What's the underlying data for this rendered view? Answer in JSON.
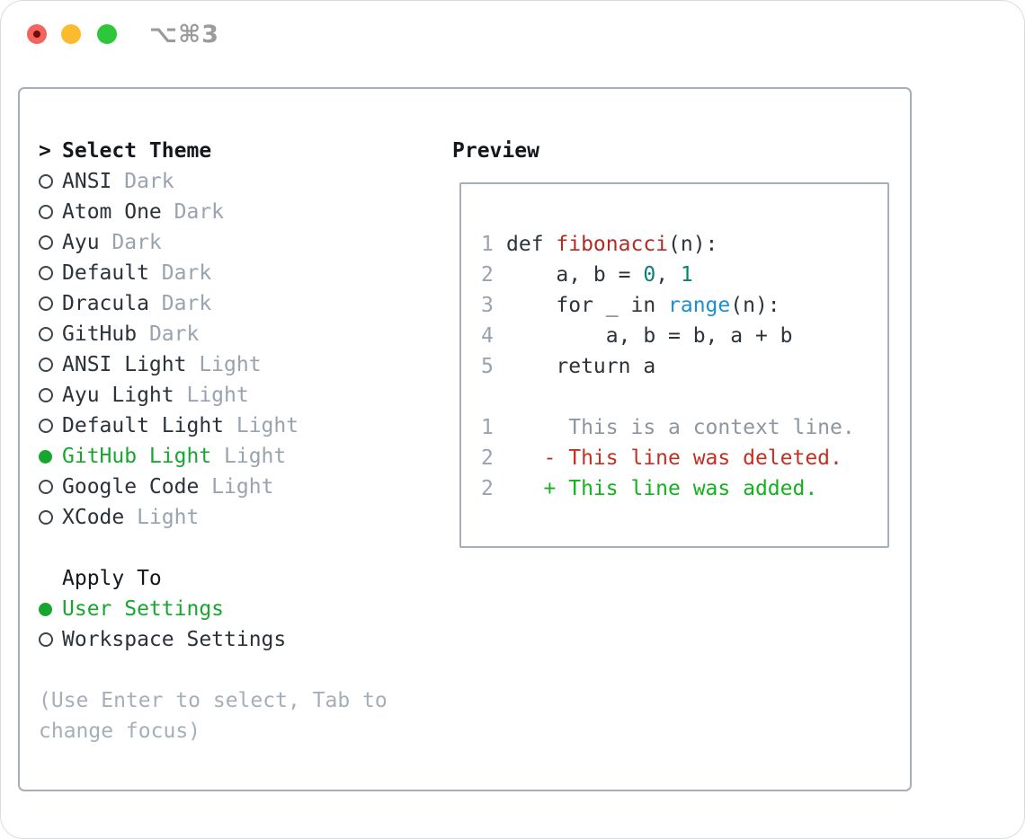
{
  "window": {
    "shortcut": "⌥⌘3",
    "traffic_lights": [
      "close",
      "minimize",
      "zoom"
    ],
    "traffic_colors": {
      "red": "#f4635c",
      "red_dot": "#6e0f0b",
      "yellow": "#fcbb2d",
      "green": "#2ec73c"
    }
  },
  "theme_picker": {
    "prompt": ">",
    "title": "Select Theme",
    "items": [
      {
        "name": "ANSI",
        "variant": "Dark",
        "selected": false
      },
      {
        "name": "Atom One",
        "variant": "Dark",
        "selected": false
      },
      {
        "name": "Ayu",
        "variant": "Dark",
        "selected": false
      },
      {
        "name": "Default",
        "variant": "Dark",
        "selected": false
      },
      {
        "name": "Dracula",
        "variant": "Dark",
        "selected": false
      },
      {
        "name": "GitHub",
        "variant": "Dark",
        "selected": false
      },
      {
        "name": "ANSI Light",
        "variant": "Light",
        "selected": false
      },
      {
        "name": "Ayu Light",
        "variant": "Light",
        "selected": false
      },
      {
        "name": "Default Light",
        "variant": "Light",
        "selected": false
      },
      {
        "name": "GitHub Light",
        "variant": "Light",
        "selected": true
      },
      {
        "name": "Google Code",
        "variant": "Light",
        "selected": false
      },
      {
        "name": "XCode",
        "variant": "Light",
        "selected": false
      }
    ],
    "apply_to": {
      "title": "Apply To",
      "options": [
        {
          "label": "User Settings",
          "selected": true
        },
        {
          "label": "Workspace Settings",
          "selected": false
        }
      ]
    },
    "hint": "(Use Enter to select, Tab to change focus)"
  },
  "preview": {
    "title": "Preview",
    "lines": [
      {
        "num": "1",
        "tokens": [
          {
            "t": "def ",
            "c": "code"
          },
          {
            "t": "fibonacci",
            "c": "func"
          },
          {
            "t": "(n):",
            "c": "code"
          }
        ]
      },
      {
        "num": "2",
        "tokens": [
          {
            "t": "    a, b = ",
            "c": "code"
          },
          {
            "t": "0",
            "c": "num"
          },
          {
            "t": ", ",
            "c": "code"
          },
          {
            "t": "1",
            "c": "num"
          }
        ]
      },
      {
        "num": "3",
        "tokens": [
          {
            "t": "    for _ in ",
            "c": "code"
          },
          {
            "t": "range",
            "c": "builtin"
          },
          {
            "t": "(n):",
            "c": "code"
          }
        ]
      },
      {
        "num": "4",
        "tokens": [
          {
            "t": "        a, b = b, a + b",
            "c": "code"
          }
        ]
      },
      {
        "num": "5",
        "tokens": [
          {
            "t": "    return a",
            "c": "code"
          }
        ]
      },
      {
        "num": "",
        "tokens": []
      },
      {
        "num": "1",
        "tokens": [
          {
            "t": "     This is a context line.",
            "c": "ctx"
          }
        ]
      },
      {
        "num": "2",
        "tokens": [
          {
            "t": "   - This line was deleted.",
            "c": "del"
          }
        ]
      },
      {
        "num": "2",
        "tokens": [
          {
            "t": "   + This line was added.",
            "c": "add"
          }
        ]
      }
    ]
  },
  "colors": {
    "text_dark": "#14181d",
    "item": "#2b323a",
    "muted": "#99a3b0",
    "hint": "#a5aeb9",
    "selected_green": "#17a72f",
    "code": "#2d333b",
    "func": "#b02c24",
    "num": "#0d7e78",
    "builtin": "#1b8fd0",
    "ctx": "#8d969f",
    "del": "#c52f21",
    "add": "#12b31c",
    "panel_border": "#a6afb8"
  }
}
